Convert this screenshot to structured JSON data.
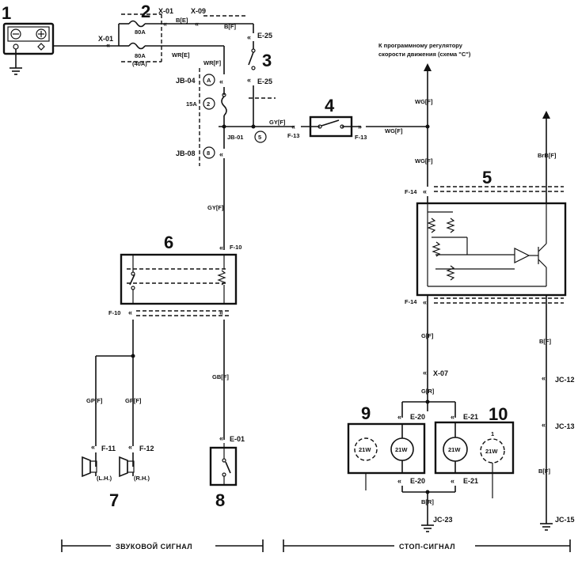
{
  "components": {
    "battery": "1",
    "fuse_block": "2",
    "hood_switch": "3",
    "stop_lamp_switch": "4",
    "brake_relay": "5",
    "horn_relay": "6",
    "horns": "7",
    "horn_button": "8",
    "left_lamp": "9",
    "right_lamp": "10"
  },
  "connectors": {
    "x01_a": "X-01",
    "x01_b": "X-01",
    "x09": "X-09",
    "e25_a": "E-25",
    "e25_b": "E-25",
    "jb04": "JB-04",
    "jb01": "JB-01",
    "jb08": "JB-08",
    "f13_a": "F-13",
    "f13_b": "F-13",
    "f14_a": "F-14",
    "f14_b": "F-14",
    "f10_a": "F-10",
    "f10_b": "F-10",
    "f11": "F-11",
    "f12": "F-12",
    "e01": "E-01",
    "x07": "X-07",
    "e20_a": "E-20",
    "e20_b": "E-20",
    "e21_a": "E-21",
    "e21_b": "E-21",
    "jc12": "JC-12",
    "jc13": "JC-13",
    "jc15": "JC-15",
    "jc23": "JC-23"
  },
  "fuses": {
    "f80a_1": "80A",
    "f80a_2": "80A",
    "f40a": "(40A)",
    "f15a": "15A",
    "circle_a": "A",
    "circle_2": "2",
    "circle_5": "5",
    "circle_8": "8"
  },
  "wires": {
    "b_e": "B[E]",
    "b_f_top": "B[F]",
    "wr_e": "WR[E]",
    "wr_f": "WR[F]",
    "gy_f_1": "GY[F]",
    "gy_f_2": "GY[F]",
    "wg_f_1": "WG[F]",
    "wg_f_2": "WG[F]",
    "wg_f_3": "WG[F]",
    "brb_f": "BrB[F]",
    "g_f": "G[F]",
    "g_r": "G[R]",
    "b_f_relay": "B[F]",
    "b_f_right": "B[F]",
    "gb_f": "GB[F]",
    "gp_f_1": "GP[F]",
    "gp_f_2": "GP[F]",
    "b_r": "B[R]"
  },
  "notes": {
    "cruise_line1": "К программному регулятору",
    "cruise_line2": "скорости движения (схема \"С\")",
    "horn_left": "(L.H.)",
    "horn_right": "(R.H.)",
    "bulb_left_outer": "21W",
    "bulb_left_inner": "21W",
    "bulb_right_inner": "21W",
    "bulb_right_outer": "21W",
    "bulb_number": "1"
  },
  "sections": {
    "horn": "ЗВУКОВОЙ СИГНАЛ",
    "stop": "СТОП-СИГНАЛ"
  }
}
